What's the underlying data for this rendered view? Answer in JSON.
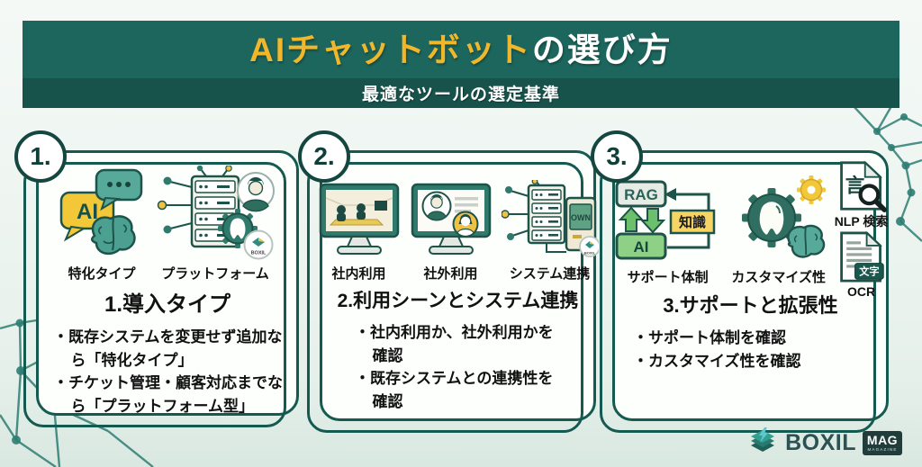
{
  "header": {
    "title_highlight": "AIチャットボット",
    "title_rest": "の選び方",
    "subtitle": "最適なツールの選定基準"
  },
  "cards": [
    {
      "number": "1.",
      "heading": "1.導入タイプ",
      "icons": {
        "chat": {
          "name": "ai-chat-brain-icon",
          "text": "AI",
          "label": "特化タイプ"
        },
        "platform": {
          "name": "platform-server-icon",
          "text": "BOXIL",
          "label": "プラットフォーム"
        }
      },
      "bullets": [
        "既存システムを変更せず追加なら「特化タイプ」",
        "チケット管理・顧客対応までなら「プラットフォーム型」"
      ]
    },
    {
      "number": "2.",
      "heading": "2.利用シーンとシステム連携",
      "icons": {
        "internal": {
          "name": "internal-use-monitor-icon",
          "label": "社内利用"
        },
        "external": {
          "name": "external-use-monitor-icon",
          "label": "社外利用"
        },
        "integration": {
          "name": "system-integration-icon",
          "text": "OWN",
          "mini_text": "BOXIL",
          "label": "システム連携"
        }
      },
      "bullets": [
        "社内利用か、社外利用かを確認",
        "既存システムとの連携性を確認"
      ]
    },
    {
      "number": "3.",
      "heading": "3.サポートと拡張性",
      "icons": {
        "support": {
          "name": "rag-ai-knowledge-icon",
          "rag": "RAG",
          "ai": "AI",
          "knowledge": "知識",
          "label": "サポート体制"
        },
        "customize": {
          "name": "tooth-gear-brain-icon",
          "label": "カスタマイズ性"
        },
        "nlp": {
          "name": "nlp-search-icon",
          "text": "言",
          "label": "NLP 検索"
        },
        "ocr": {
          "name": "ocr-document-icon",
          "text": "文字",
          "label": "OCR"
        }
      },
      "bullets": [
        "サポート体制を確認",
        "カスタマイズ性を確認"
      ]
    }
  ],
  "footer": {
    "brand": "BOXIL",
    "badge": "MAG",
    "badge_sub": "MAGAZINE"
  },
  "colors": {
    "banner_top": "#1c665d",
    "banner_bottom": "#17524b",
    "accent_yellow": "#f1b72b",
    "card_border": "#155a50",
    "icon_teal": "#4ba092",
    "background": "#edf4f0"
  }
}
